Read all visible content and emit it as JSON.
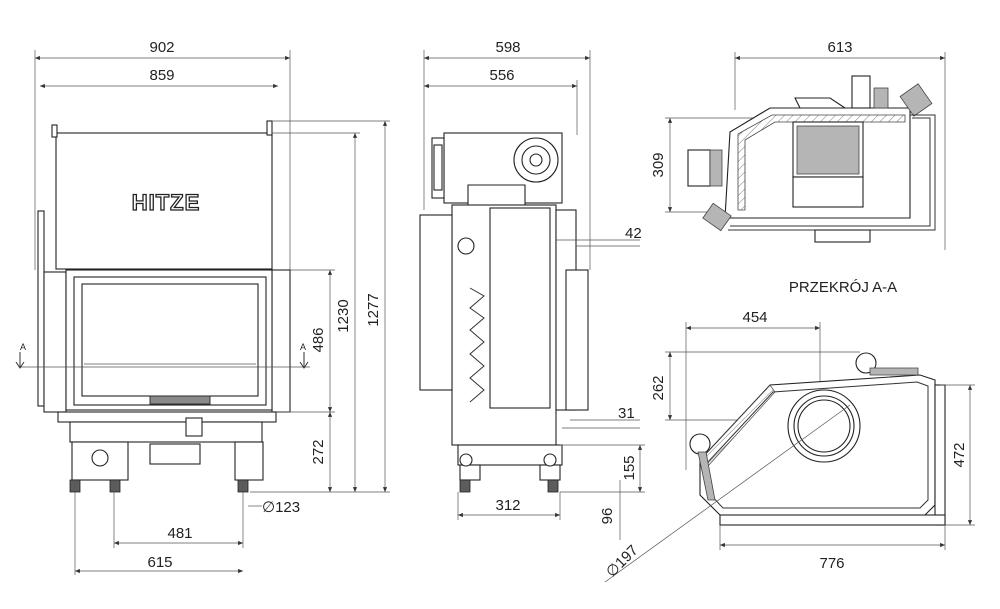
{
  "brand": "HITZE",
  "section_title": "PRZEKRÓJ A-A",
  "section_mark": "A",
  "front_view": {
    "width_total": "902",
    "width_body": "859",
    "height_total": "1277",
    "height_body": "1230",
    "door_height": "486",
    "base_height": "272",
    "outlet_diameter": "∅123",
    "legs_spacing": "481",
    "legs_outer": "615"
  },
  "side_view": {
    "width_total": "598",
    "width_body": "556",
    "top_offset": "42",
    "bottom_offset": "31",
    "leg_height": "155",
    "foot_height": "96",
    "base_depth": "312"
  },
  "section_view": {
    "width": "613",
    "height": "309"
  },
  "top_view": {
    "flue_offset": "454",
    "flue_depth": "262",
    "depth": "472",
    "width": "776",
    "flue_diameter": "∅197"
  }
}
